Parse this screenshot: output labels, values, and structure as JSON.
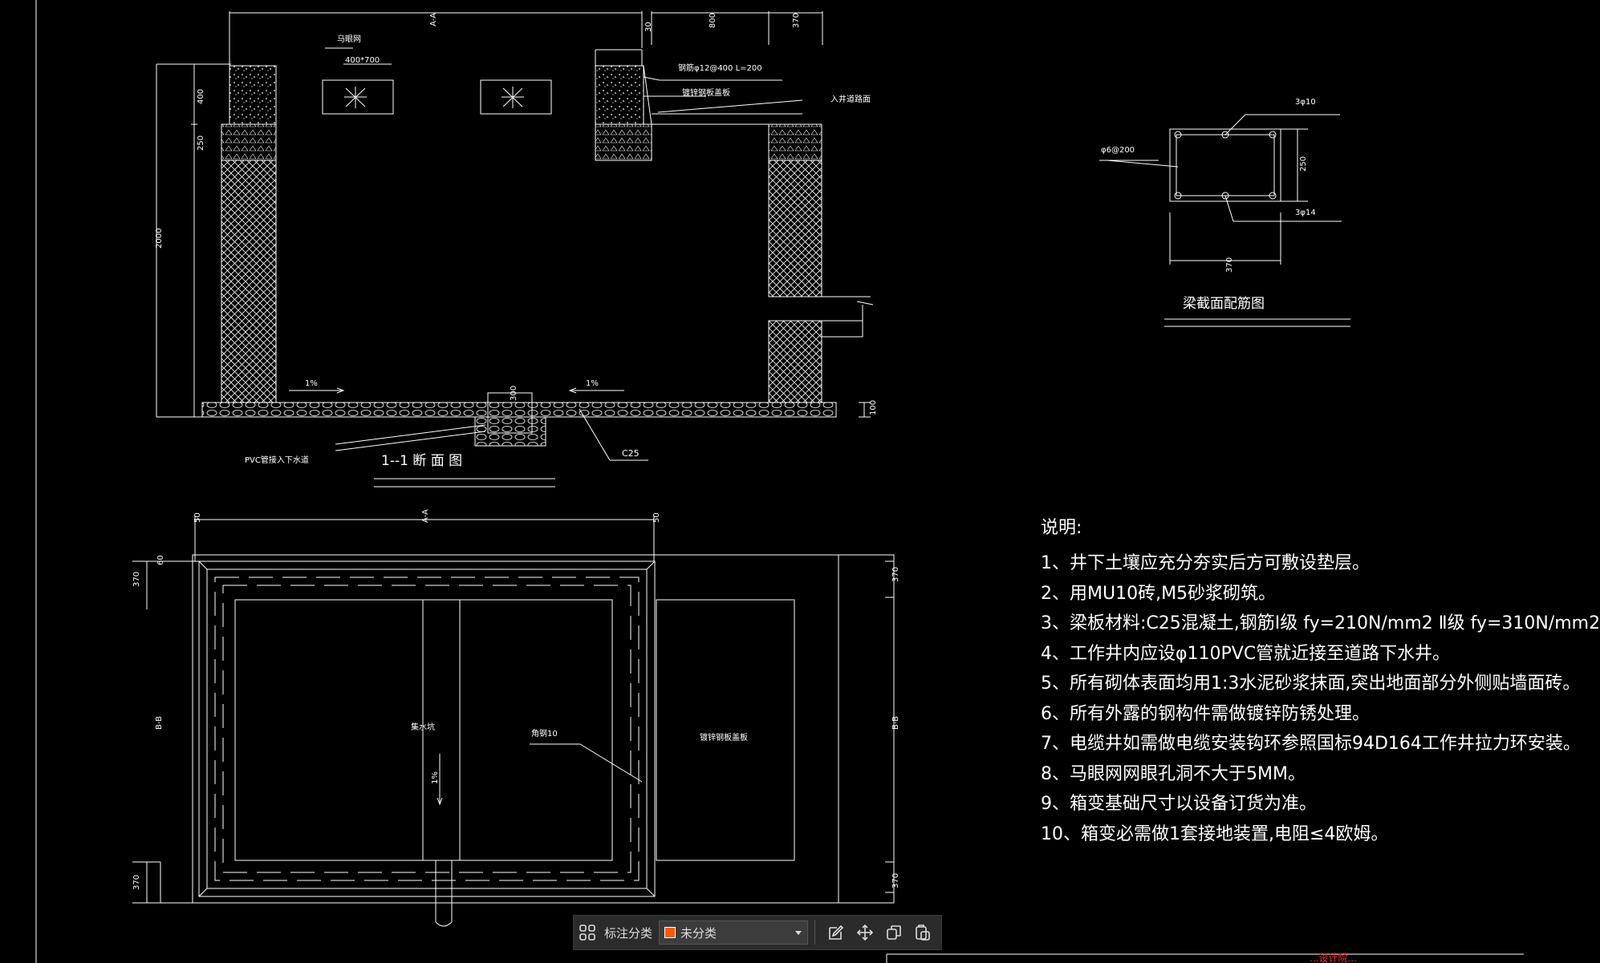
{
  "drawing": {
    "section_title": "1--1 断 面 图",
    "beam_title": "梁截面配筋图",
    "labels": {
      "aa_top": "A-A",
      "dim_800": "800",
      "dim_370_top": "370",
      "dim_30": "30",
      "manhole": "马眼网",
      "manhole_size": "400*700",
      "rebar_note": "钢筋φ12@400  L=200",
      "steel_plate": "镀锌钢板盖板",
      "access_pipe": "入井道路面",
      "dim_400": "400",
      "dim_250": "250",
      "dim_2000": "2000",
      "slope_left": "1%",
      "slope_right": "1%",
      "dim_300": "300",
      "dim_100": "100",
      "pvc_note": "PVC管接入下水道",
      "c25": "C25",
      "beam_3phi10": "3φ10",
      "beam_stirrup": "φ6@200",
      "beam_250": "250",
      "beam_3phi14": "3φ14",
      "beam_370": "370",
      "plan_aa": "A-A",
      "plan_50a": "50",
      "plan_50b": "50",
      "plan_370_tl": "370",
      "plan_370_bl": "370",
      "plan_370_tr": "370",
      "plan_370_br": "370",
      "plan_60": "60",
      "plan_bb_left": "B-B",
      "plan_bb_right": "B-B",
      "sump": "集水坑",
      "angle_steel": "角钢10",
      "plate_cover": "镀锌钢板盖板",
      "plan_slope": "1%"
    }
  },
  "notes": {
    "title": "说明:",
    "lines": [
      "1、井下土壤应充分夯实后方可敷设垫层。",
      "2、用MU10砖,M5砂浆砌筑。",
      "3、梁板材料:C25混凝土,钢筋Ⅰ级 fy=210N/mm2  Ⅱ级 fy=310N/mm2",
      "4、工作井内应设φ110PVC管就近接至道路下水井。",
      "5、所有砌体表面均用1:3水泥砂浆抹面,突出地面部分外侧贴墙面砖。",
      "6、所有外露的钢构件需做镀锌防锈处理。",
      "7、电缆井如需做电缆安装钩环参照国标94D164工作井拉力环安装。",
      "8、马眼网网眼孔洞不大于5MM。",
      "9、箱变基础尺寸以设备订货为准。",
      "10、箱变必需做1套接地装置,电阻≤4欧姆。"
    ]
  },
  "toolbar": {
    "label": "标注分类",
    "selected": "未分类",
    "swatch_color": "#ff5a00",
    "icons": [
      "grid-icon",
      "chevron-down-icon",
      "edit-icon",
      "move-icon",
      "copy-icon",
      "paste-icon"
    ]
  },
  "colors": {
    "background": "#000000",
    "lines": "#ffffff",
    "red_text": "#ff3030"
  },
  "bottom_red_text": "...设计院..."
}
